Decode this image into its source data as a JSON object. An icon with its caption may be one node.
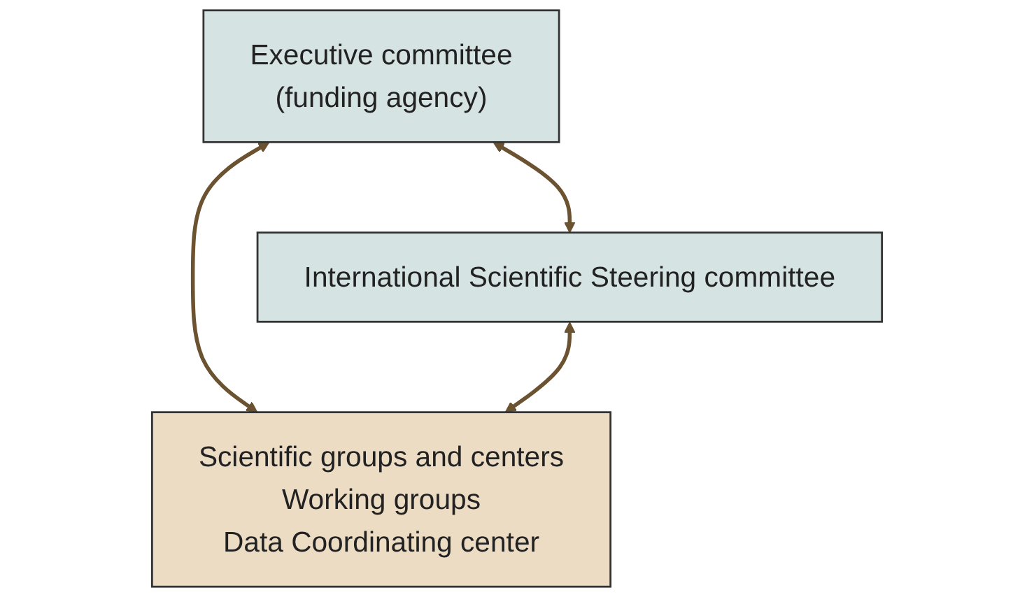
{
  "diagram": {
    "nodes": [
      {
        "text": [
          "Executive committee",
          "(funding agency)"
        ]
      },
      {
        "text": [
          "International Scientific Steering committee"
        ]
      },
      {
        "text": [
          "Scientific groups and centers",
          "Working groups",
          "Data Coordinating center"
        ]
      }
    ],
    "edges": [
      {
        "from": 0,
        "to": 1,
        "arrow": "both"
      },
      {
        "from": 0,
        "to": 2,
        "arrow": "both"
      },
      {
        "from": 1,
        "to": 2,
        "arrow": "both"
      }
    ]
  }
}
